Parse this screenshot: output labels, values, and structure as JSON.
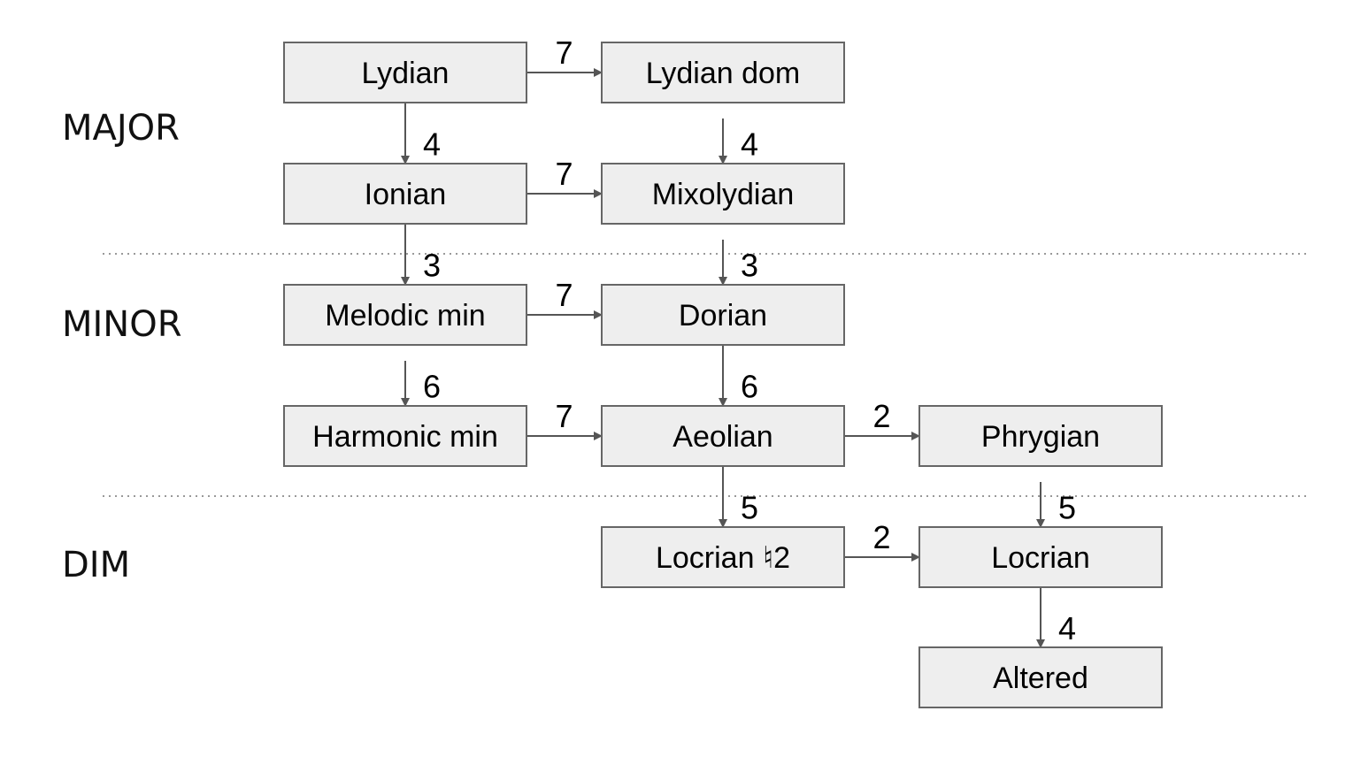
{
  "colors": {
    "node_fill": "#eeeeee",
    "node_stroke": "#666666",
    "arrow": "#555555",
    "divider": "#999999",
    "text": "#000000"
  },
  "sections": {
    "major": "MAJOR",
    "minor": "MINOR",
    "dim": "DIM"
  },
  "nodes": {
    "lydian": "Lydian",
    "lydian_dom": "Lydian dom",
    "ionian": "Ionian",
    "mixolydian": "Mixolydian",
    "melodic_min": "Melodic min",
    "dorian": "Dorian",
    "harmonic_min": "Harmonic min",
    "aeolian": "Aeolian",
    "phrygian": "Phrygian",
    "locrian_nat2": "Locrian ♮2",
    "locrian": "Locrian",
    "altered": "Altered"
  },
  "edges": [
    {
      "from": "lydian",
      "to": "lydian_dom",
      "label": "7"
    },
    {
      "from": "lydian",
      "to": "ionian",
      "label": "4"
    },
    {
      "from": "lydian_dom",
      "to": "mixolydian",
      "label": "4"
    },
    {
      "from": "ionian",
      "to": "mixolydian",
      "label": "7"
    },
    {
      "from": "ionian",
      "to": "melodic_min",
      "label": "3"
    },
    {
      "from": "mixolydian",
      "to": "dorian",
      "label": "3"
    },
    {
      "from": "melodic_min",
      "to": "dorian",
      "label": "7"
    },
    {
      "from": "melodic_min",
      "to": "harmonic_min",
      "label": "6"
    },
    {
      "from": "dorian",
      "to": "aeolian",
      "label": "6"
    },
    {
      "from": "harmonic_min",
      "to": "aeolian",
      "label": "7"
    },
    {
      "from": "aeolian",
      "to": "phrygian",
      "label": "2"
    },
    {
      "from": "aeolian",
      "to": "locrian_nat2",
      "label": "5"
    },
    {
      "from": "phrygian",
      "to": "locrian",
      "label": "5"
    },
    {
      "from": "locrian_nat2",
      "to": "locrian",
      "label": "2"
    },
    {
      "from": "locrian",
      "to": "altered",
      "label": "4"
    }
  ]
}
